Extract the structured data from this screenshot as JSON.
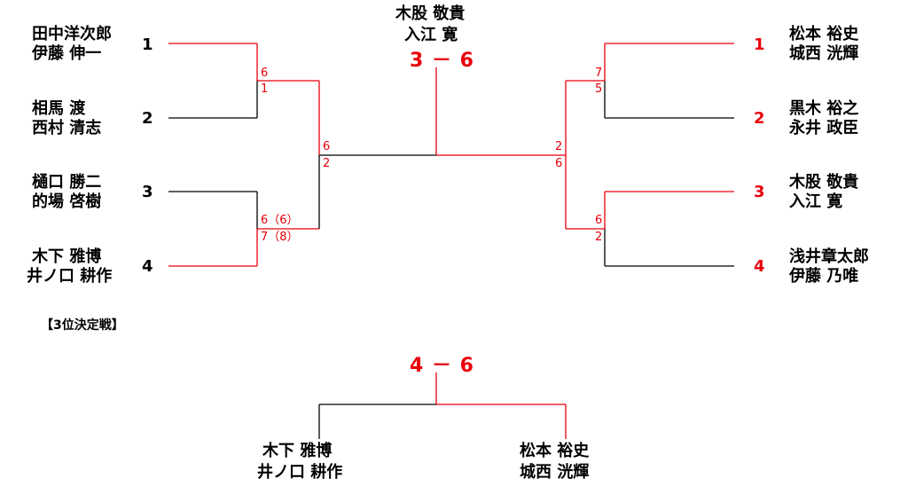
{
  "champion": {
    "line1": "木股 敬貴",
    "line2": "入江 寛",
    "final_score": "3 － 6"
  },
  "left_teams": [
    {
      "line1": "田中洋次郎",
      "line2": "伊藤 伸一",
      "seed": "1"
    },
    {
      "line1": "相馬 渡",
      "line2": "西村 清志",
      "seed": "2"
    },
    {
      "line1": "樋口 勝二",
      "line2": "的場 啓樹",
      "seed": "3"
    },
    {
      "line1": "木下 雅博",
      "line2": "井ノ口 耕作",
      "seed": "4"
    }
  ],
  "right_teams": [
    {
      "line1": "松本 裕史",
      "line2": "城西 洸輝",
      "seed": "1"
    },
    {
      "line1": "黒木 裕之",
      "line2": "永井 政臣",
      "seed": "2"
    },
    {
      "line1": "木股 敬貴",
      "line2": "入江 寛",
      "seed": "3"
    },
    {
      "line1": "浅井章太郎",
      "line2": "伊藤 乃唯",
      "seed": "4"
    }
  ],
  "scores": {
    "left_sf1_top": "6",
    "left_sf1_bottom": "1",
    "left_sf2_top": "6（6）",
    "left_sf2_bottom": "7（8）",
    "left_final_top": "6",
    "left_final_bottom": "2",
    "right_sf1_top": "7",
    "right_sf1_bottom": "5",
    "right_sf2_top": "6",
    "right_sf2_bottom": "2",
    "right_final_top": "2",
    "right_final_bottom": "6"
  },
  "third_place": {
    "heading": "【3位決定戦】",
    "score": "4 － 6",
    "left": {
      "line1": "木下 雅博",
      "line2": "井ノ口 耕作"
    },
    "right": {
      "line1": "松本 裕史",
      "line2": "城西 洸輝"
    }
  },
  "colors": {
    "winner": "#e8000b",
    "line": "#000000"
  }
}
